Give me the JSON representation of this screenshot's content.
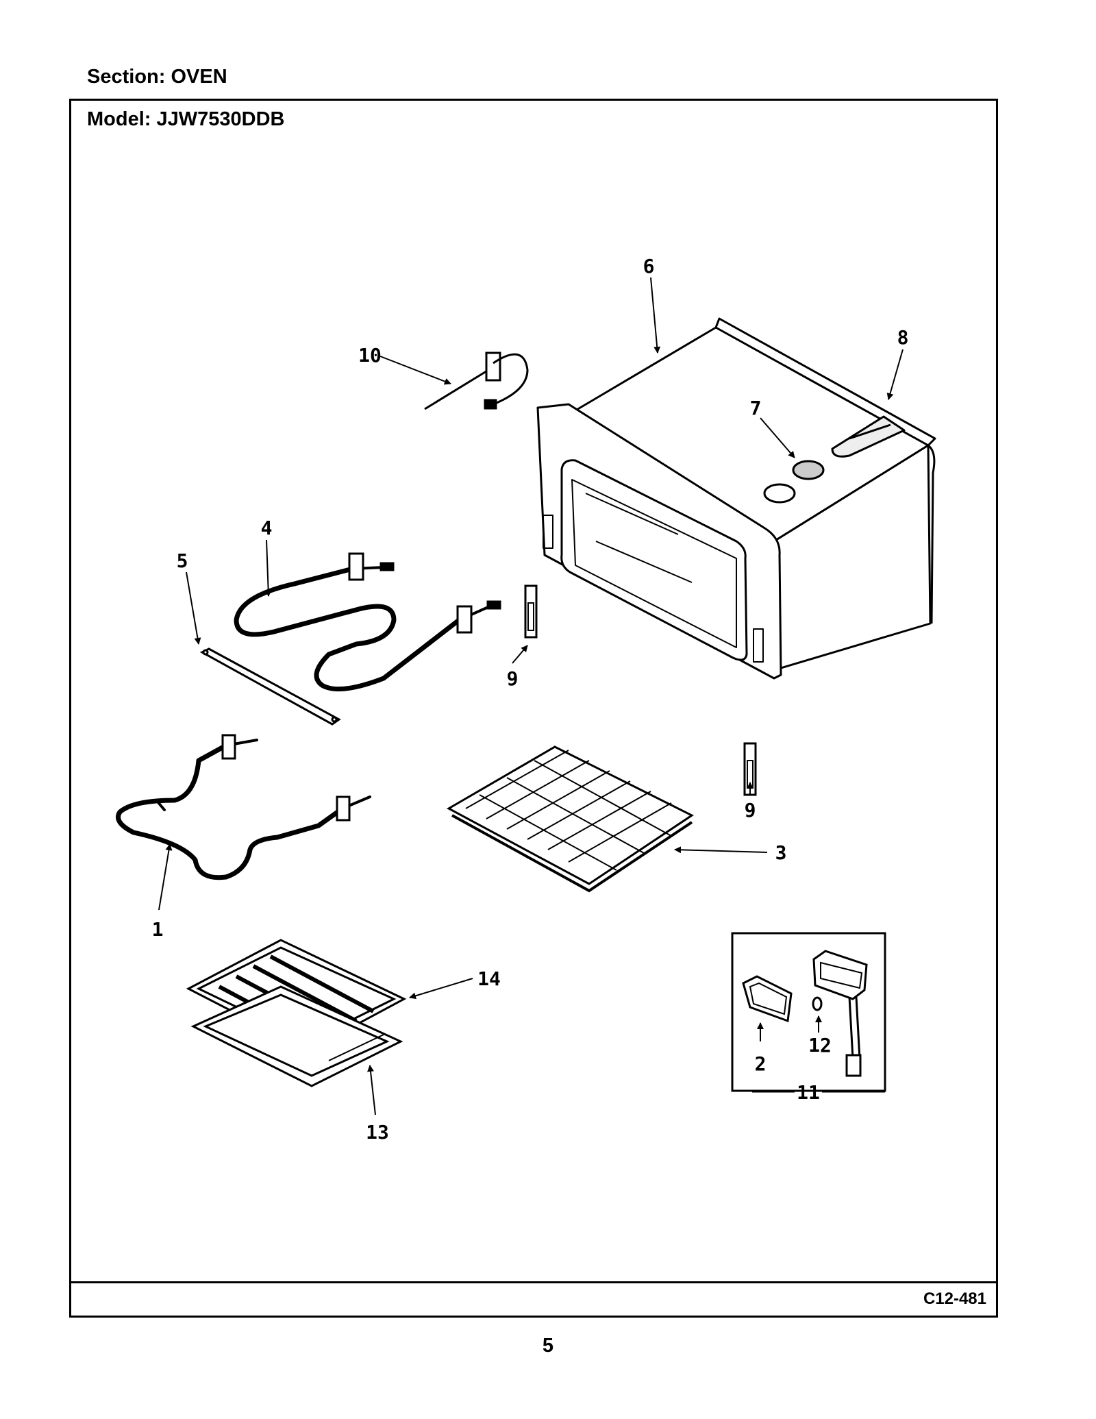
{
  "header": {
    "section_label": "Section:  OVEN",
    "model_label": "Model:  JJW7530DDB"
  },
  "footer": {
    "code": "C12-481",
    "page_number": "5"
  },
  "callouts": {
    "c1": "1",
    "c2": "2",
    "c3": "3",
    "c4": "4",
    "c5": "5",
    "c6": "6",
    "c7": "7",
    "c8": "8",
    "c9a": "9",
    "c9b": "9",
    "c10": "10",
    "c11": "11",
    "c12": "12",
    "c13": "13",
    "c14": "14"
  }
}
